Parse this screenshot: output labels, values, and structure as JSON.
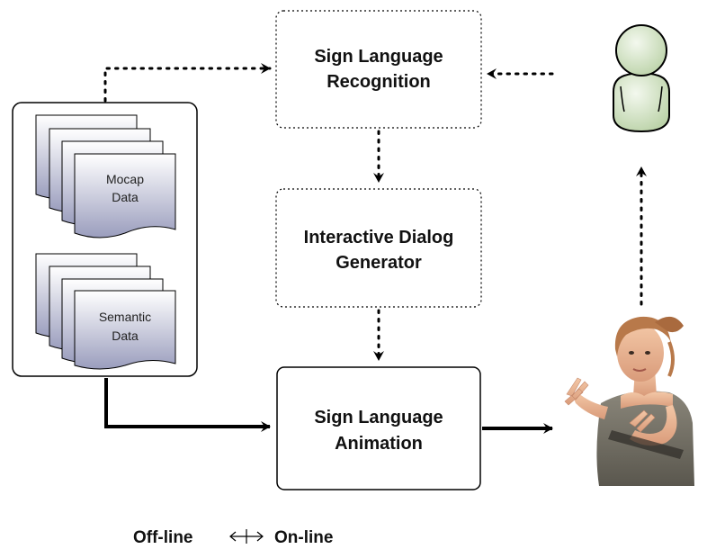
{
  "nodes": {
    "recognition": {
      "line1": "Sign Language",
      "line2": "Recognition"
    },
    "dialog": {
      "line1": "Interactive Dialog",
      "line2": "Generator"
    },
    "animation": {
      "line1": "Sign Language",
      "line2": "Animation"
    }
  },
  "data_sources": {
    "mocap": {
      "line1": "Mocap",
      "line2": "Data"
    },
    "semantic": {
      "line1": "Semantic",
      "line2": "Data"
    }
  },
  "legend": {
    "offline": "Off-line",
    "online": "On-line"
  },
  "icons": {
    "user": "user-icon",
    "avatar": "signing-avatar-image"
  },
  "colors": {
    "doc_gradient_top": "#ffffff",
    "doc_gradient_bottom": "#9a9dbd",
    "user_fill": "#d6e6c8"
  }
}
